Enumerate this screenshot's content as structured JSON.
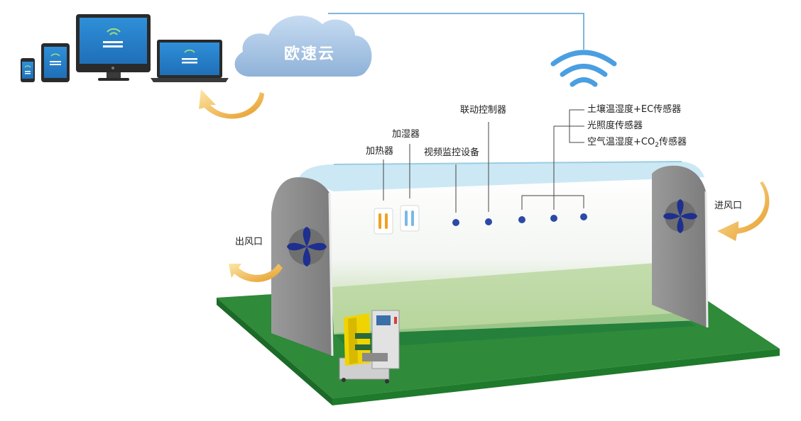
{
  "cloud": {
    "label": "欧速云"
  },
  "devices": [
    {
      "name": "phone"
    },
    {
      "name": "tablet"
    },
    {
      "name": "desktop"
    },
    {
      "name": "laptop"
    }
  ],
  "labels": {
    "heater": "加热器",
    "humidifier": "加湿器",
    "camera": "视频监控设备",
    "controller": "联动控制器",
    "soil_sensor": "土壤温湿度+EC传感器",
    "light_sensor": "光照度传感器",
    "air_sensor_prefix": "空气温湿度+CO",
    "air_sensor_sub": "2",
    "air_sensor_suffix": "传感器",
    "outlet": "出风口",
    "inlet": "进风口"
  },
  "colors": {
    "cloud": "#9bbde0",
    "wifi": "#4a9fe0",
    "link_line": "#7fb6dd",
    "arrow": "#f0b040",
    "ground": "#2f8a3a",
    "ground_edge": "#1c6a28",
    "wall": "#8b8b8b",
    "fan": "#1e2f8f",
    "sensor_dot": "#2b4aa8",
    "heater": "#f0a020",
    "humidifier": "#7ab8e8"
  }
}
